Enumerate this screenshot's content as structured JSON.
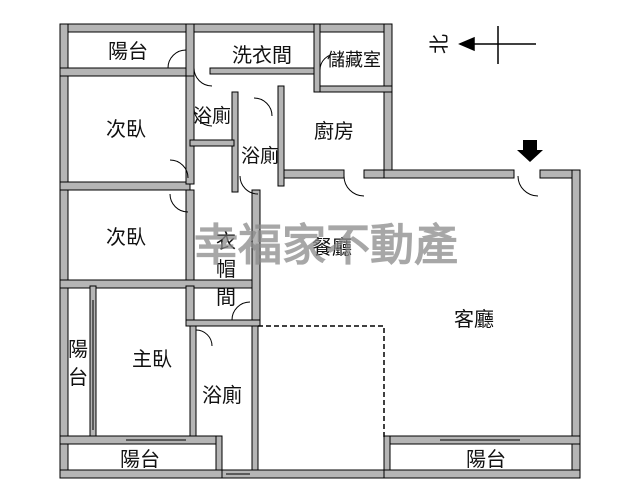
{
  "floorplan": {
    "rooms": {
      "balcony_top": "陽台",
      "laundry": "洗衣間",
      "storage": "儲藏室",
      "bedroom_2_top": "次臥",
      "bath_small_1": "浴廁",
      "bath_small_2": "浴廁",
      "kitchen": "廚房",
      "bedroom_2_mid": "次臥",
      "dining": "餐廳",
      "closet_1": "衣",
      "closet_2": "帽",
      "closet_3": "間",
      "living": "客廳",
      "balcony_left_1": "陽",
      "balcony_left_2": "台",
      "master_bedroom": "主臥",
      "bath_master": "浴廁",
      "balcony_bottom_left": "陽台",
      "balcony_bottom_right": "陽台"
    },
    "compass_label": "北",
    "watermark": "幸福家不動產",
    "colors": {
      "wall_fill": "#b5b5b5",
      "wall_stroke": "#000000",
      "watermark": "#8a8a8a"
    }
  }
}
